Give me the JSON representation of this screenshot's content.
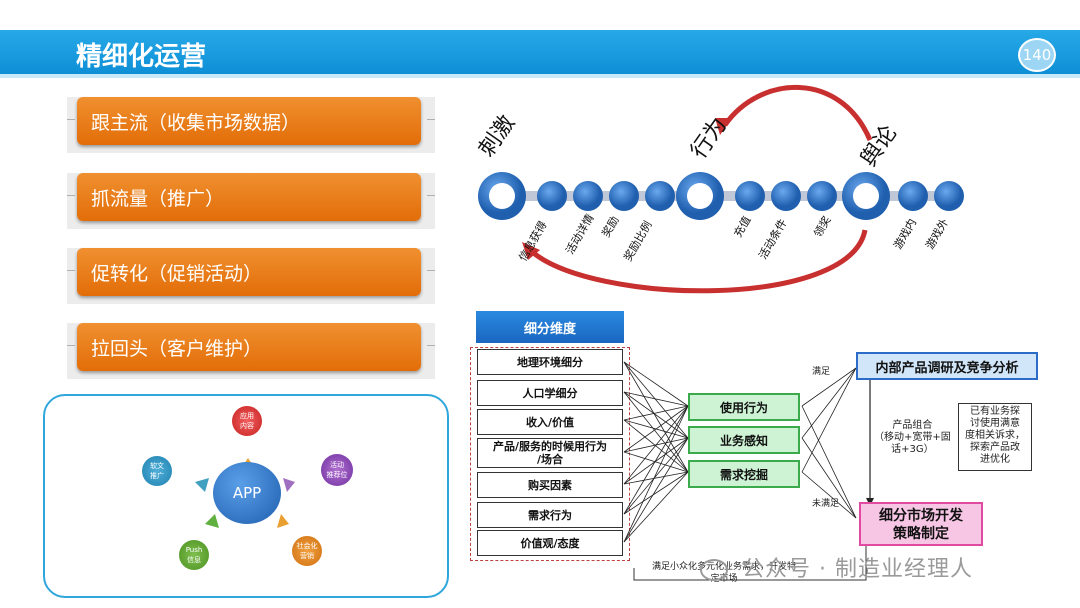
{
  "header": {
    "title": "精细化运营",
    "page_number": "140"
  },
  "steps": [
    {
      "label": "跟主流（收集市场数据）"
    },
    {
      "label": "抓流量（推广）"
    },
    {
      "label": "促转化（促销活动）"
    },
    {
      "label": "拉回头（客户维护）"
    }
  ],
  "app_diagram": {
    "center": "APP",
    "nodes": [
      {
        "label": "应用\n内容"
      },
      {
        "label": "活动\n推荐位"
      },
      {
        "label": "社会化\n营销"
      },
      {
        "label": "Push\n信息"
      },
      {
        "label": "软文\n推广"
      }
    ]
  },
  "cycle": {
    "stages": [
      "刺激",
      "行为",
      "舆论"
    ],
    "labels": [
      "信息获得",
      "活动详情",
      "奖励",
      "奖励比例",
      "充值",
      "活动条件",
      "领奖",
      "游戏内",
      "游戏外"
    ]
  },
  "segment": {
    "header": "细分维度",
    "dimensions": [
      "地理环境细分",
      "人口学细分",
      "收入/价值",
      "产品/服务的时候用行为\n/场合",
      "购买因素",
      "需求行为",
      "价值观/态度"
    ],
    "middle": [
      "使用行为",
      "业务感知",
      "需求挖掘"
    ],
    "analysis": "内部产品调研及竞争分析",
    "combo": "产品组合\n（移动+宽带+固\n话+3G）",
    "note": "已有业务探\n讨使用满意\n度相关诉求，\n探索产品改\n进优化",
    "market": "细分市场开发\n策略制定",
    "satisfied": "满足",
    "unsatisfied": "未满足",
    "bottom": "满足小众化多元化业务需求，开发特\n定市场"
  },
  "watermark": "公众号 · 制造业经理人",
  "colors": {
    "header": "#1a9de0",
    "step": "#e8780e",
    "blue_dark": "#1f5fae",
    "green": "#3aaa4a",
    "pink": "#f06ab0"
  }
}
